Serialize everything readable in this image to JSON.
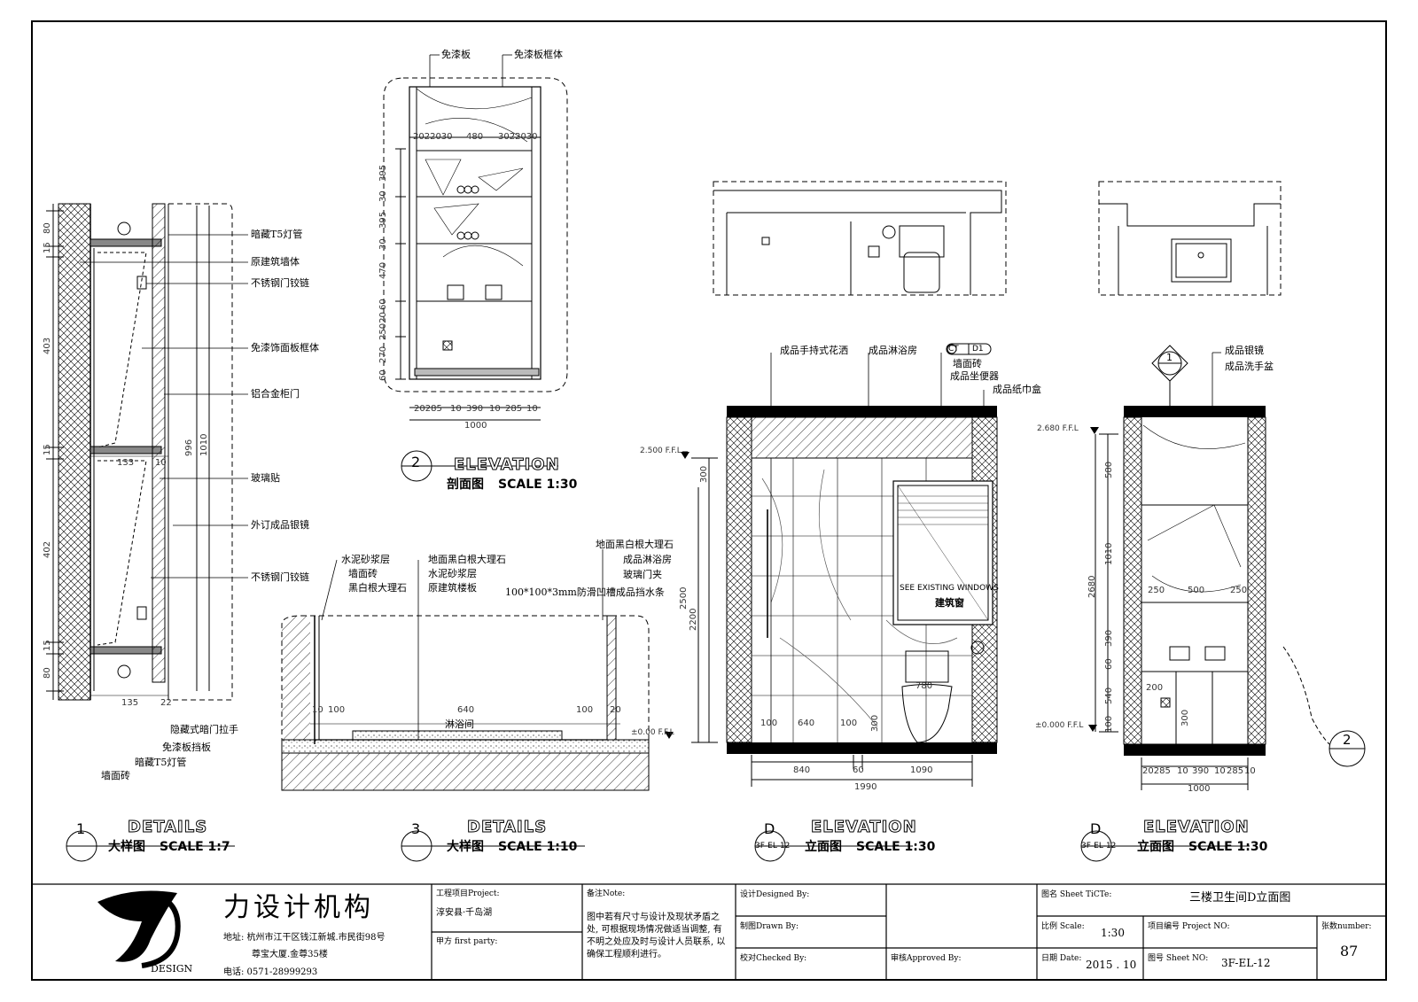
{
  "detail1": {
    "labels": [
      "暗藏T5灯管",
      "原建筑墙体",
      "不锈钢门铰链",
      "免漆饰面板框体",
      "铝合金柜门",
      "玻璃贴",
      "外订成品银镜",
      "不锈钢门铰链"
    ],
    "bottom_labels": [
      "隐藏式暗门拉手",
      "免漆板挡板",
      "暗藏T5灯管",
      "墙面砖"
    ],
    "dims_v": [
      "80",
      "15",
      "403",
      "15",
      "402",
      "15",
      "80"
    ],
    "dims_right": [
      "996",
      "1010"
    ],
    "dims_h": [
      "133",
      "10",
      "135",
      "22"
    ],
    "title_num": "1",
    "title_en": "DETAILS",
    "title_cn": "大样图",
    "scale": "SCALE  1:7"
  },
  "section2": {
    "labels": [
      "免漆板",
      "免漆板框体"
    ],
    "dims_top": [
      "2022030",
      "480",
      "3022030"
    ],
    "dims_v": [
      "395",
      "30",
      "395",
      "30",
      "470",
      "60",
      "25020",
      "270",
      "60"
    ],
    "dims_bottom": [
      "20285",
      "10",
      "390",
      "10",
      "285",
      "10"
    ],
    "width": "1000",
    "title_num": "2",
    "title_en": "ELEVATION",
    "title_cn": "剖面图",
    "scale": "SCALE  1:30"
  },
  "detail3": {
    "labels_left": [
      "水泥砂浆层",
      "墙面砖",
      "黑白根大理石"
    ],
    "labels_mid": [
      "地面黑白根大理石",
      "水泥砂浆层",
      "原建筑楼板"
    ],
    "labels_right": [
      "地面黑白根大理石",
      "成品淋浴房",
      "玻璃门夹"
    ],
    "note": "100*100*3mm防滑凹槽成品挡水条",
    "room": "淋浴间",
    "dims": [
      "100",
      "640",
      "100",
      "10",
      "20"
    ],
    "title_num": "3",
    "title_en": "DETAILS",
    "title_cn": "大样图",
    "scale": "SCALE  1:10"
  },
  "elevD": {
    "labels": [
      "成品手持式花洒",
      "成品淋浴房",
      "墙面砖",
      "成品坐便器",
      "成品纸巾盒"
    ],
    "tag_ct": "CT",
    "tag_d1": "D1",
    "level_top": "2.500 F.F.L",
    "level_bottom": "±0.00 F.F.L",
    "window_en": "SEE EXISTING WINDOWS",
    "window_cn": "建筑窗",
    "dims_v": [
      "300",
      "2200",
      "2500"
    ],
    "dims_inner": [
      "100",
      "640",
      "100",
      "780",
      "300"
    ],
    "dims_bottom": [
      "840",
      "60",
      "1090"
    ],
    "total": "1990",
    "title_letter": "D",
    "title_ref": "3F-EL-12",
    "title_en": "ELEVATION",
    "title_cn": "立面图",
    "scale": "SCALE  1:30"
  },
  "elevD2": {
    "labels": [
      "成品银镜",
      "成品洗手盆"
    ],
    "marker_num": "1",
    "marker_right": "2",
    "level_top": "2.680 F.F.L",
    "level_bottom": "±0.000 F.F.L",
    "dims_v": [
      "580",
      "1010",
      "390",
      "60",
      "540",
      "100",
      "2680"
    ],
    "dims_inner": [
      "250",
      "500",
      "250",
      "200",
      "300"
    ],
    "dims_bottom": [
      "20285",
      "10",
      "390",
      "10",
      "285",
      "10"
    ],
    "total": "1000",
    "title_letter": "D",
    "title_ref": "3F-EL-12",
    "title_en": "ELEVATION",
    "title_cn": "立面图",
    "scale": "SCALE  1:30"
  },
  "titleblock": {
    "company": "力设计机构",
    "logo_text": "DESIGN",
    "address_1": "地址: 杭州市江干区钱江新城.市民街98号",
    "address_2": "尊宝大厦.金尊35楼",
    "phone": "电话: 0571-28999293",
    "project_label": "工程项目Project:",
    "project_value": "淳安县·千岛湖",
    "party_label": "甲方 first party:",
    "note_label": "备注Note:",
    "note_text": "图中若有尺寸与设计及现状矛盾之处, 可根据现场情况做适当调整, 有不明之处应及时与设计人员联系, 以确保工程顺利进行。",
    "designed_label": "设计Designed By:",
    "drawn_label": "制图Drawn By:",
    "checked_label": "校对Checked By:",
    "approved_label": "审核Approved By:",
    "sheet_title_label": "图名 Sheet TiCTe:",
    "sheet_title": "三楼卫生间D立面图",
    "scale_label": "比例 Scale:",
    "scale_value": "1:30",
    "project_no_label": "项目编号 Project NO:",
    "number_label": "张数number:",
    "number_value": "87",
    "date_label": "日期 Date:",
    "date_value": "2015 . 10",
    "sheet_no_label": "图号 Sheet NO:",
    "sheet_no_value": "3F-EL-12"
  }
}
